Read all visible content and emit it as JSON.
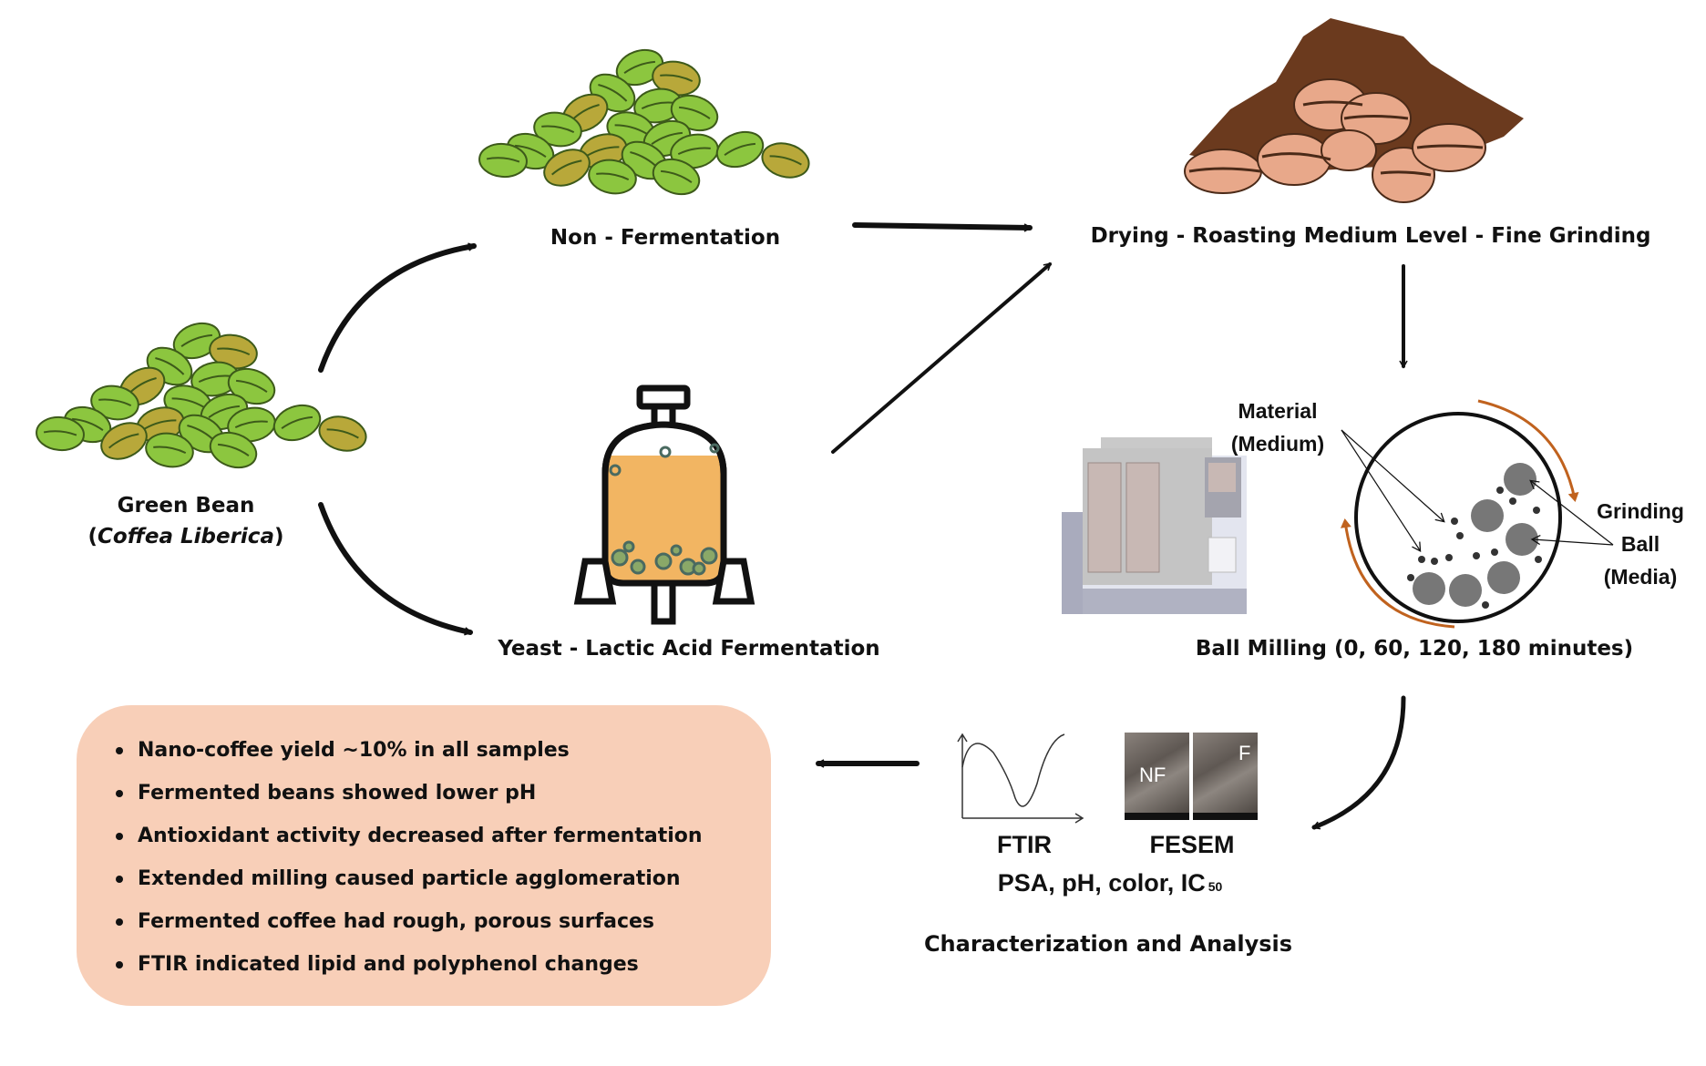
{
  "green_bean": {
    "title": "Green Bean",
    "species_open": "(",
    "species": "Coffea Liberica",
    "species_close": ")"
  },
  "non_fermentation": {
    "label": "Non - Fermentation"
  },
  "fermentation": {
    "label": "Yeast - Lactic Acid Fermentation"
  },
  "processing": {
    "label": "Drying - Roasting Medium Level - Fine Grinding"
  },
  "ball_milling": {
    "label": "Ball Milling (0, 60, 120, 180 minutes)",
    "material_label_1": "Material",
    "material_label_2": "(Medium)",
    "ball_label_1": "Grinding",
    "ball_label_2": "Ball",
    "ball_label_3": "(Media)",
    "rotation_color": "#c0621e"
  },
  "characterization": {
    "ftir": "FTIR",
    "fesem": "FESEM",
    "fesem_nf": "NF",
    "fesem_f": "F",
    "metrics": "PSA, pH, color, IC",
    "metrics_sub": "50",
    "title": "Characterization and Analysis"
  },
  "results": {
    "bg_color": "#f8cfb8",
    "items": [
      "Nano-coffee yield ~10% in all samples",
      "Fermented beans showed lower pH",
      "Antioxidant activity decreased after fermentation",
      "Extended milling caused particle agglomeration",
      "Fermented coffee had rough, porous surfaces",
      "FTIR indicated lipid and polyphenol changes"
    ]
  }
}
